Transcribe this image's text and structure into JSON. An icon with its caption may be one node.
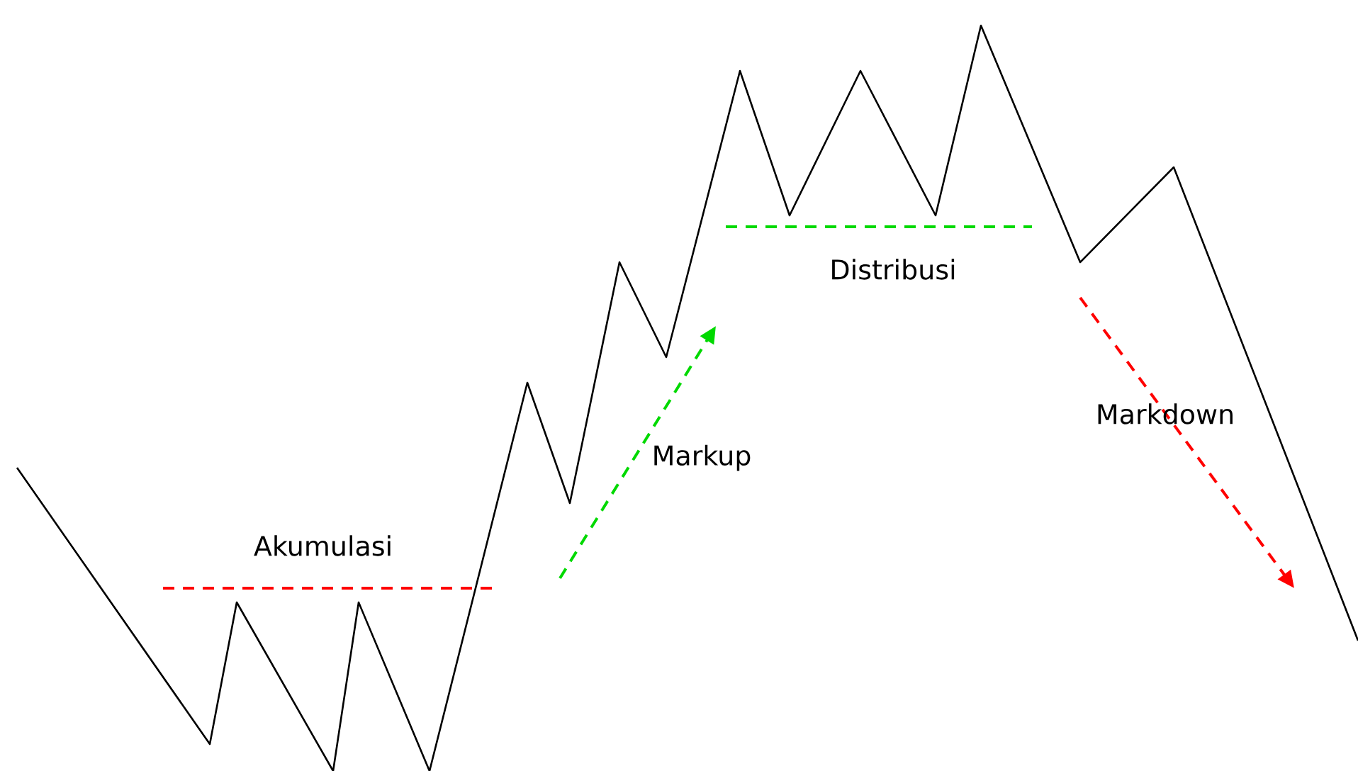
{
  "diagram": {
    "labels": [
      "Akumulasi",
      "Markup",
      "Distribusi",
      "Markdown"
    ]
  }
}
